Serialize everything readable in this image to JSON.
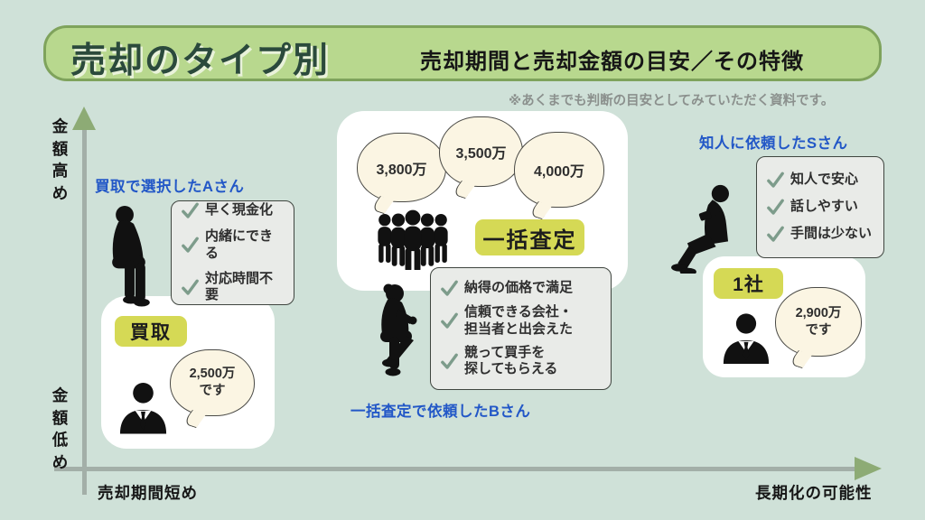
{
  "header": {
    "title": "売却のタイプ別",
    "subtitle": "売却期間と売却金額の目安／その特徴"
  },
  "note": "※あくまでも判断の目安としてみていただく資料です。",
  "axes": {
    "y_top": "金額高め",
    "y_bottom": "金額低め",
    "x_left": "売却期間短め",
    "x_right": "長期化の可能性"
  },
  "left": {
    "title": "買取で選択したAさん",
    "features": [
      "早く現金化",
      "内緒にできる",
      "対応時間不要"
    ],
    "method": "買取",
    "quote": "2,500万\nです"
  },
  "middle": {
    "title": "一括査定で依頼したBさん",
    "offers": [
      "3,800万",
      "3,500万",
      "4,000万"
    ],
    "method": "一括査定",
    "features": [
      "納得の価格で満足",
      "信頼できる会社・\n担当者と出会えた",
      "競って買手を\n探してもらえる"
    ]
  },
  "right": {
    "title": "知人に依頼したSさん",
    "features": [
      "知人で安心",
      "話しやすい",
      "手間は少ない"
    ],
    "method": "1社",
    "quote": "2,900万\nです"
  },
  "icons": {
    "left_person": "sitting-man-icon",
    "middle_person": "sitting-woman-icon",
    "right_person": "sitting-person-phone-icon",
    "crowd": "crowd-icon",
    "agent": "businessman-icon",
    "check": "check-icon"
  },
  "colors": {
    "background": "#cfe1d8",
    "header_fill": "#b8d88e",
    "header_border": "#7fa35c",
    "title_text": "#2b4a3c",
    "persona_blue": "#2257c7",
    "method_yellow": "#d5d955",
    "bubble_cream": "#fbf5e3",
    "feature_box": "#e9ebe8",
    "check_green": "#7d9c8b",
    "axis_gray": "#a3afa8",
    "arrow_olive": "#8dab75",
    "silhouette": "#111111"
  }
}
